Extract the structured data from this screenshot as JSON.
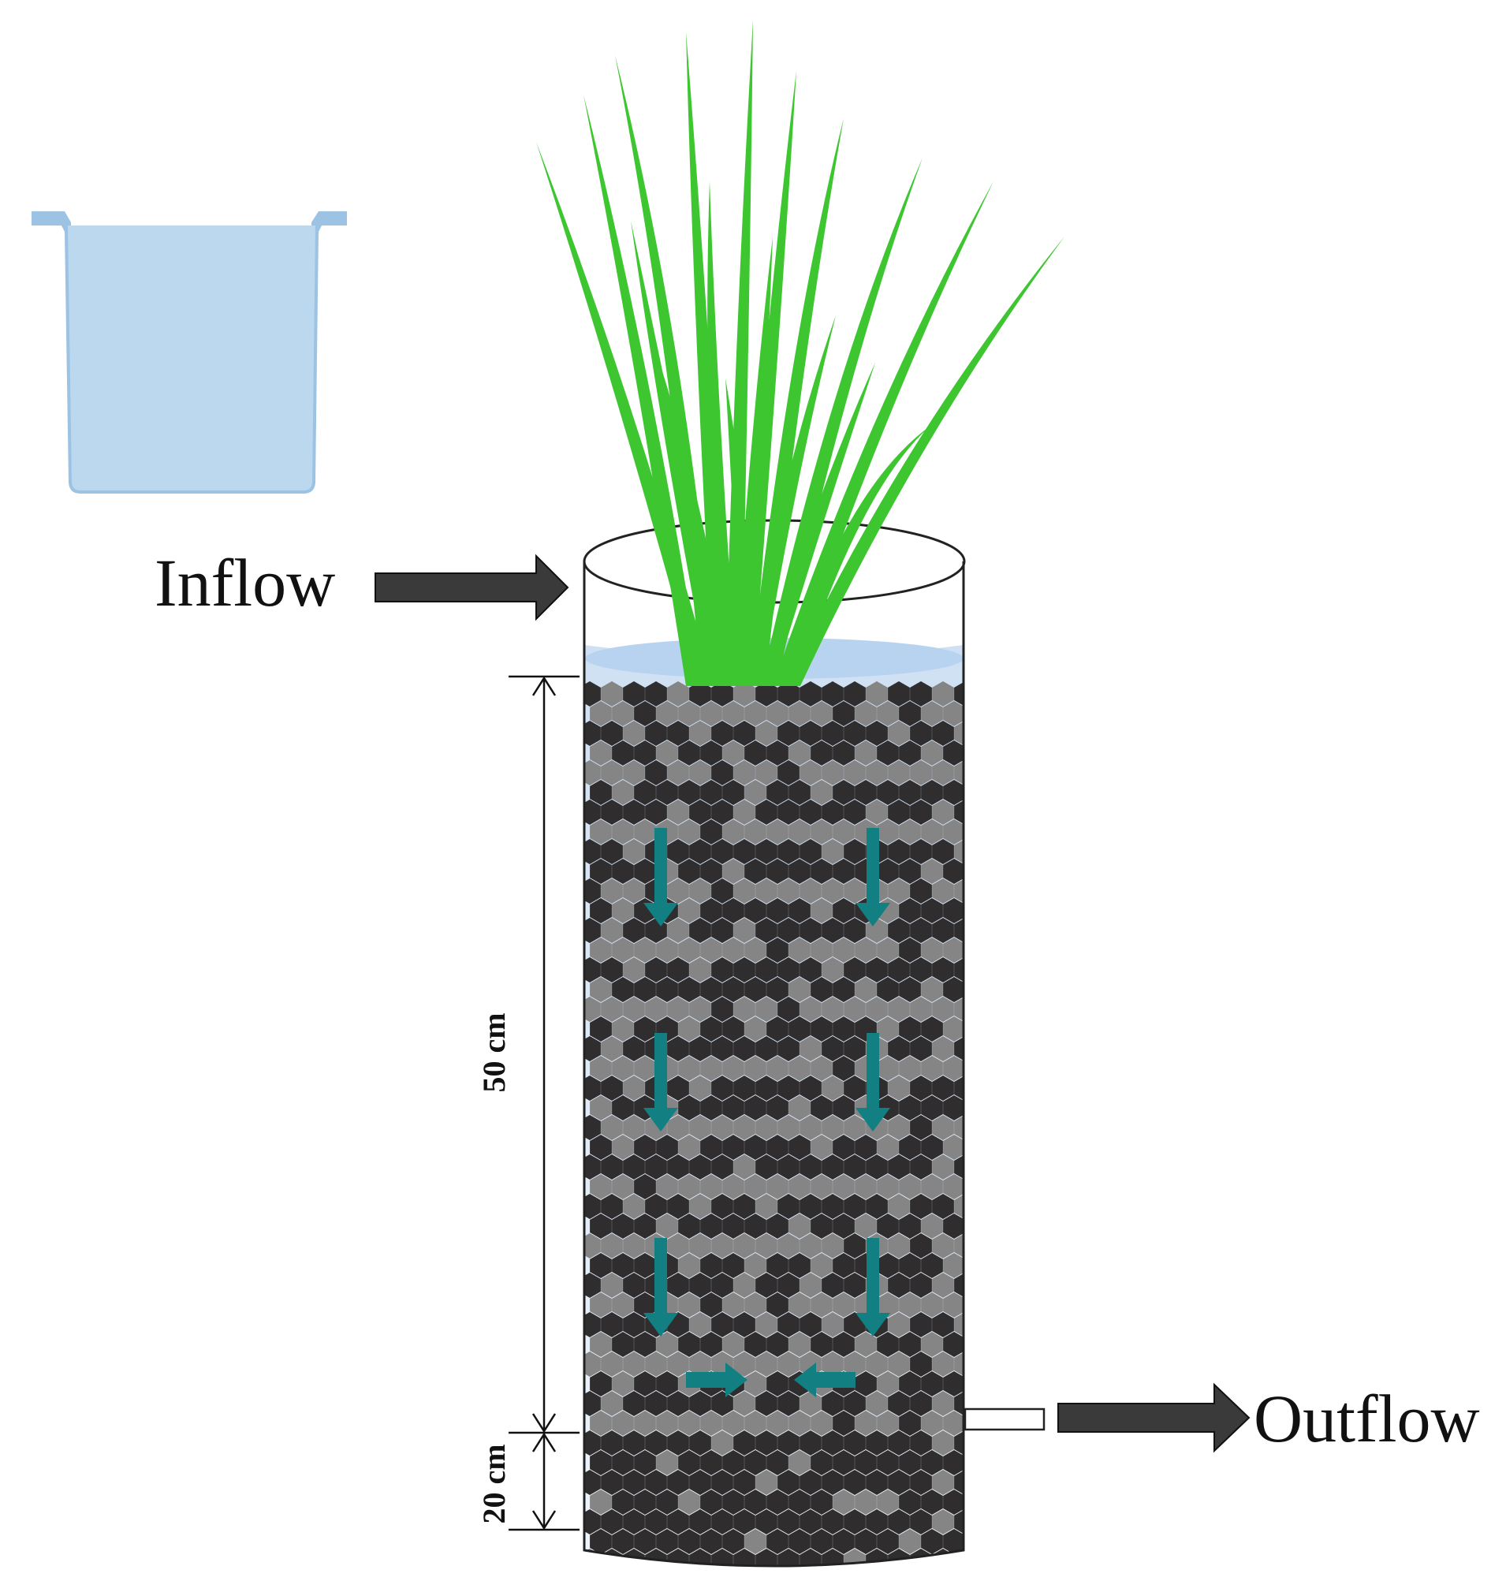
{
  "labels": {
    "inflow": "Inflow",
    "outflow": "Outflow",
    "depth_upper": "50 cm",
    "depth_lower": "20 cm"
  },
  "icons": {
    "container": "water-container-icon",
    "plant": "reed-plant-icon",
    "column": "filter-column-icon"
  },
  "colors": {
    "water": "#bcd8ee",
    "water_edge": "#9cc3e4",
    "plant": "#3ec631",
    "gravel_dark": "#2f2d2e",
    "gravel_light": "#858585",
    "flow_arrow": "#127f82",
    "process_arrow": "#3a3a3a"
  }
}
